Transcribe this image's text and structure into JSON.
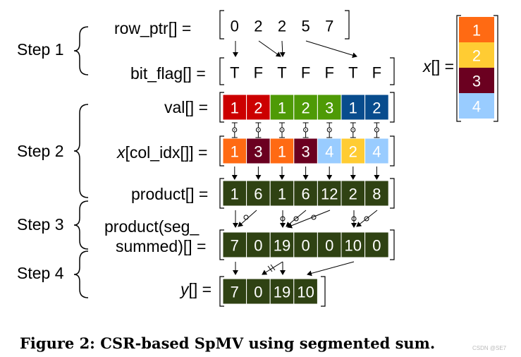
{
  "colors": {
    "red": "#cc0000",
    "green": "#4e9a06",
    "blue": "#084c8d",
    "orange": "#ff6a13",
    "maroon": "#6b0020",
    "yellow": "#ffcc33",
    "lightblue": "#99ccff",
    "darkgreen": "#2f4213"
  },
  "steps": [
    "Step 1",
    "Step 2",
    "Step 3",
    "Step 4"
  ],
  "rows": {
    "row_ptr": {
      "label": "row_ptr[] =",
      "values": [
        "0",
        "2",
        "2",
        "5",
        "7"
      ]
    },
    "bit_flag": {
      "label": "bit_flag[] =",
      "values": [
        "T",
        "F",
        "T",
        "F",
        "F",
        "T",
        "F"
      ]
    },
    "val": {
      "label": "val[] =",
      "values": [
        "1",
        "2",
        "1",
        "2",
        "3",
        "1",
        "2"
      ],
      "colors": [
        "red",
        "red",
        "green",
        "green",
        "green",
        "blue",
        "blue"
      ]
    },
    "xcol": {
      "label_italic": "x",
      "label": "[col_idx[]] =",
      "values": [
        "1",
        "3",
        "1",
        "3",
        "4",
        "2",
        "4"
      ],
      "colors": [
        "orange",
        "maroon",
        "orange",
        "maroon",
        "lightblue",
        "yellow",
        "lightblue"
      ]
    },
    "product": {
      "label": "product[] =",
      "values": [
        "1",
        "6",
        "1",
        "6",
        "12",
        "2",
        "8"
      ]
    },
    "segsum": {
      "label_line1": "product(seg_",
      "label_line2": "summed)[] =",
      "values": [
        "7",
        "0",
        "19",
        "0",
        "0",
        "10",
        "0"
      ]
    },
    "y": {
      "label_italic": "y",
      "label": "[] =",
      "values": [
        "7",
        "0",
        "19",
        "10"
      ]
    }
  },
  "xvec": {
    "label_italic": "x",
    "label": "[] =",
    "values": [
      "1",
      "2",
      "3",
      "4"
    ],
    "colors": [
      "orange",
      "yellow",
      "maroon",
      "lightblue"
    ]
  },
  "caption": "Figure 2: CSR-based SpMV using segmented sum.",
  "watermark": "CSDN @SE7"
}
